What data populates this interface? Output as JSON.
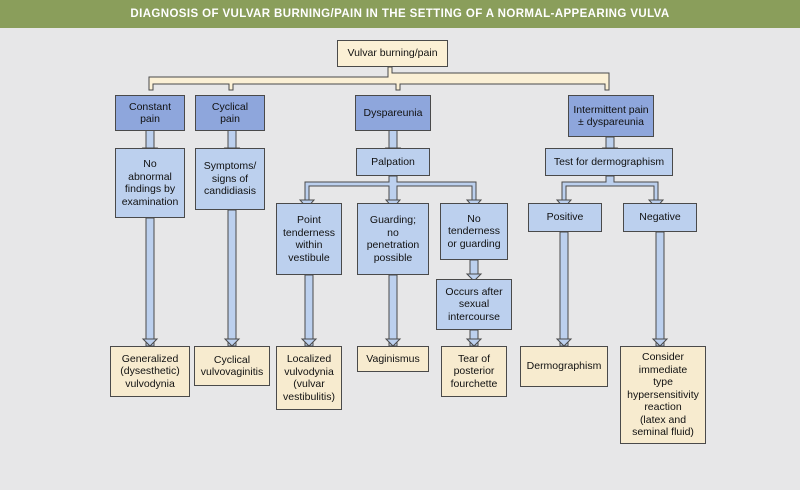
{
  "title": "DIAGNOSIS OF VULVAR BURNING/PAIN IN THE SETTING OF A NORMAL-APPEARING VULVA",
  "nodes": {
    "root": "Vulvar burning/pain",
    "constant": "Constant\npain",
    "cyclical": "Cyclical\npain",
    "dyspareunia": "Dyspareunia",
    "intermittent": "Intermittent pain\n± dyspareunia",
    "no_abnormal": "No\nabnormal\nfindings by\nexamination",
    "symptoms": "Symptoms/\nsigns of\ncandidiasis",
    "palpation": "Palpation",
    "test_dermo": "Test for dermographism",
    "point": "Point\ntenderness\nwithin\nvestibule",
    "guarding": "Guarding;\nno\npenetration\npossible",
    "no_tender": "No\ntenderness\nor guarding",
    "occurs": "Occurs after\nsexual\nintercourse",
    "positive": "Positive",
    "negative": "Negative",
    "generalized": "Generalized\n(dysesthetic)\nvulvodynia",
    "cyclical_vv": "Cyclical\nvulvovaginitis",
    "localized": "Localized\nvulvodynia\n(vulvar\nvestibulitis)",
    "vaginismus": "Vaginismus",
    "tear": "Tear of\nposterior\nfourchette",
    "dermographism": "Dermographism",
    "consider": "Consider\nimmediate\ntype\nhypersensitivity\nreaction\n(latex and\nseminal fluid)"
  },
  "colors": {
    "banner": "#8a9e5b",
    "background": "#e7e7e8",
    "dark_box": "#8ea6dc",
    "light_box": "#bcd0ee",
    "outcome_box": "#f7ebcf",
    "root_box": "#fbf0d5"
  }
}
